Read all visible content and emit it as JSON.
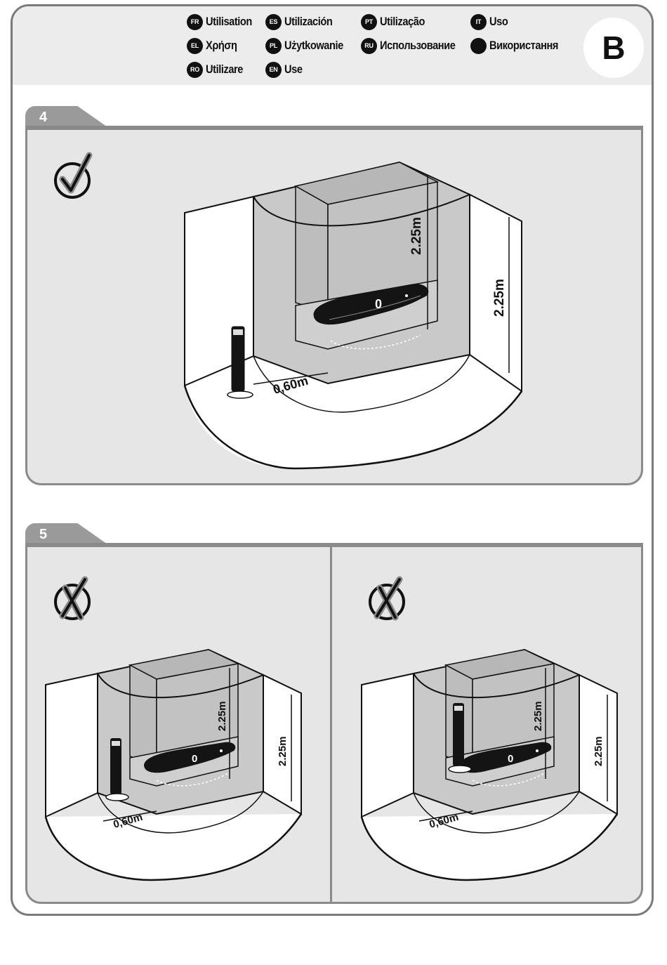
{
  "header": {
    "page_letter": "B",
    "languages": [
      {
        "code": "FR",
        "label": "Utilisation"
      },
      {
        "code": "ES",
        "label": "Utilización"
      },
      {
        "code": "PT",
        "label": "Utilização"
      },
      {
        "code": "IT",
        "label": "Uso"
      },
      {
        "code": "EL",
        "label": "Χρήση"
      },
      {
        "code": "PL",
        "label": "Użytkowanie"
      },
      {
        "code": "RU",
        "label": "Использование"
      },
      {
        "code": "",
        "label": "Використання"
      },
      {
        "code": "RO",
        "label": "Utilizare"
      },
      {
        "code": "EN",
        "label": "Use"
      }
    ]
  },
  "step4": {
    "number": "4",
    "status_icon": "check-circle-icon",
    "scene": {
      "height_zone": "2.25m",
      "height_wall": "2.25m",
      "distance": "0,60m",
      "zone": "0"
    }
  },
  "step5": {
    "number": "5",
    "left": {
      "status_icon": "cross-circle-icon",
      "height_zone": "2.25m",
      "height_wall": "2.25m",
      "distance": "0,60m",
      "zone": "0"
    },
    "right": {
      "status_icon": "cross-circle-icon",
      "height_zone": "2.25m",
      "height_wall": "2.25m",
      "distance": "0,60m",
      "zone": "0"
    }
  },
  "colors": {
    "panel_bg": "#e6e6e6",
    "zone_fill": "#c9c9c9",
    "tab_bg": "#9a9a9a",
    "ink": "#111111"
  }
}
